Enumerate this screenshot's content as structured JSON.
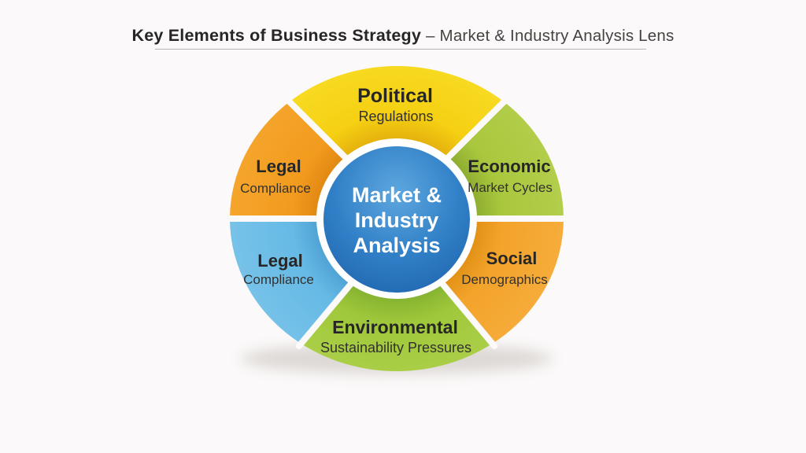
{
  "title": {
    "main": "Key Elements of Business Strategy",
    "subtitle": "– Market & Industry Analysis Lens"
  },
  "center": {
    "lines": [
      "Market &",
      "Industry",
      "Analysis"
    ],
    "color": "#2E79C1"
  },
  "wheel": {
    "background": "#FBF9F9",
    "segments": [
      {
        "id": "political",
        "label": "Political",
        "sublabel": "Regulations",
        "color": "#F5D013",
        "inner_shade": "#E2AA0C",
        "outer_tint": "#F8DC25",
        "start_angle": -40,
        "end_angle": 40
      },
      {
        "id": "economic",
        "label": "Economic",
        "sublabel": "Market Cycles",
        "color": "#A9C73D",
        "inner_shade": "#87A72E",
        "outer_tint": "#B3CE4B",
        "start_angle": 40,
        "end_angle": 90
      },
      {
        "id": "social",
        "label": "Social",
        "sublabel": "Demographics",
        "color": "#F3A32A",
        "inner_shade": "#DD8D11",
        "outer_tint": "#F6AC3B",
        "start_angle": 90,
        "end_angle": 145
      },
      {
        "id": "environmental",
        "label": "Environmental",
        "sublabel": "Sustainability Pressures",
        "color": "#A0C83B",
        "inner_shade": "#7FAE2E",
        "outer_tint": "#ACD04A",
        "start_angle": 145,
        "end_angle": 215
      },
      {
        "id": "legal-lower",
        "label": "Legal",
        "sublabel": "Compliance",
        "color": "#66BAE5",
        "inner_shade": "#4A9DD1",
        "outer_tint": "#77C2E9",
        "start_angle": 215,
        "end_angle": 270
      },
      {
        "id": "legal-upper",
        "label": "Legal",
        "sublabel": "Compliance",
        "color": "#F29B1E",
        "inner_shade": "#DD8410",
        "outer_tint": "#F5A52C",
        "start_angle": 270,
        "end_angle": 320
      }
    ]
  }
}
